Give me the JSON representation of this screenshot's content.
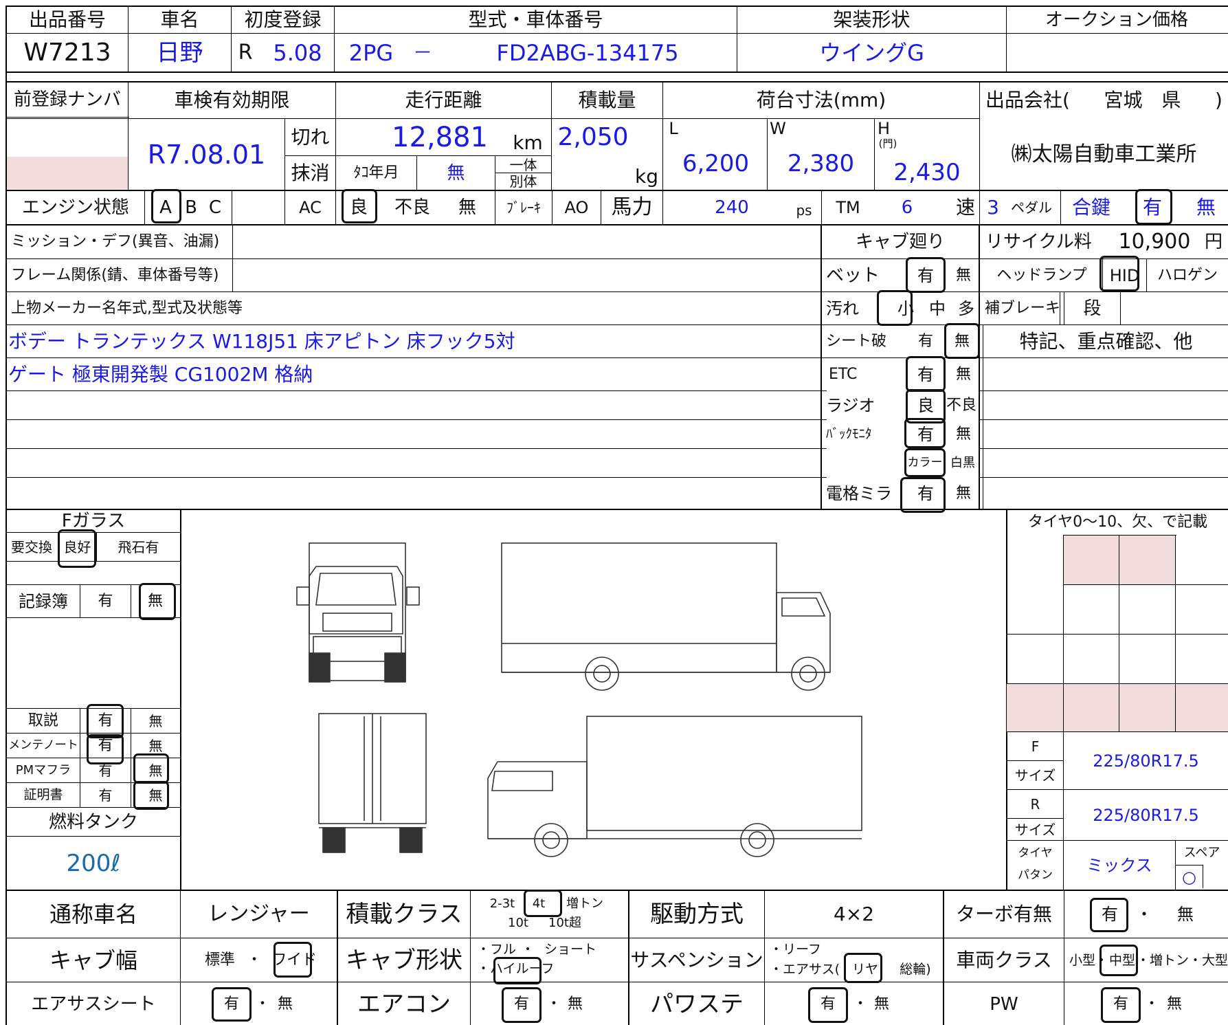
{
  "header": {
    "labels": [
      "出品番号",
      "車名",
      "初度登録",
      "型式・車体番号",
      "架装形状",
      "オークション価格"
    ],
    "lot_no": "W7213",
    "maker": "日野",
    "era": "R",
    "reg_date": "5.08",
    "model_code": "2PG",
    "model_dash": "－",
    "chassis_no": "FD2ABG-134175",
    "body_type": "ウイングG",
    "price": ""
  },
  "row2": {
    "labels": [
      "前登録ナンバ",
      "車検有効期限",
      "走行距離",
      "積載量",
      "荷台寸法(mm)",
      "出品会社(",
      ")"
    ],
    "prefecture": "宮城　県",
    "inspection_date": "R7.08.01",
    "inspection_opts": [
      "切れ",
      "抹消"
    ],
    "mileage": "12,881",
    "mileage_unit": "km",
    "tacho_label": "ﾀｺ年月",
    "tacho_value": "無",
    "load": "2,050",
    "load_unit": "kg",
    "load_opt_top": "一体",
    "load_opt_bottom": "別体",
    "dims": {
      "l_label": "L",
      "w_label": "W",
      "h_label": "H",
      "h_sub": "(門)",
      "l": "6,200",
      "w": "2,380",
      "h": "2,430"
    },
    "company": "㈱太陽自動車工業所"
  },
  "row3": {
    "engine_label": "エンジン状態",
    "engine_grades": [
      "A",
      "B",
      "C"
    ],
    "ac_label": "AC",
    "ac_opts": [
      "良",
      "不良",
      "無"
    ],
    "brake_label": "ﾌﾞﾚｰｷ",
    "ao_label": "AO",
    "hp_label": "馬力",
    "hp": "240",
    "hp_unit": "ps",
    "tm_label": "TM",
    "tm": "6",
    "tm_unit": "速",
    "pedal": "3",
    "pedal_label": "ペダル",
    "key_label": "合鍵",
    "key_opts": [
      "有",
      "無"
    ]
  },
  "left_rows": [
    "ミッション・デフ(異音、油漏)",
    "フレーム関係(錆、車体番号等)",
    "上物メーカー名年式,型式及状態等"
  ],
  "notes": [
    "ボデー トランテックス W118J51 床アピトン 床フック5対",
    "ゲート 極東開発製 CG1002M 格納"
  ],
  "cab": {
    "title": "キャブ廻り",
    "bed_label": "ベット",
    "bed_opts": [
      "有",
      "無"
    ],
    "dirt_label": "汚れ",
    "dirt_opts": [
      "小",
      "中",
      "多"
    ],
    "seat_label": "シート破",
    "seat_opts": [
      "有",
      "無"
    ],
    "etc_label": "ETC",
    "etc_opts": [
      "有",
      "無"
    ],
    "radio_label": "ラジオ",
    "radio_opts": [
      "良",
      "不良"
    ],
    "monitor_label": "ﾊﾞｯｸﾓﾆﾀ",
    "monitor_opts": [
      "有",
      "無"
    ],
    "color_opts": [
      "カラー",
      "白黒"
    ],
    "mirror_label": "電格ミラ",
    "mirror_opts": [
      "有",
      "無"
    ]
  },
  "right": {
    "recycle_label": "リサイクル料",
    "recycle": "10,900",
    "recycle_unit": "円",
    "head_label": "ヘッドランプ",
    "head_opts": [
      "HID",
      "ハロゲン"
    ],
    "aux_label": "補ブレーキ",
    "aux_value": "段",
    "special": "特記、重点確認、他"
  },
  "glass": {
    "title": "Fガラス",
    "opts": [
      "要交換",
      "良好",
      "飛石有"
    ],
    "record_label": "記録簿",
    "record_opts": [
      "有",
      "無"
    ]
  },
  "docs": [
    {
      "label": "取説",
      "opts": [
        "有",
        "無"
      ]
    },
    {
      "label": "メンテノート",
      "opts": [
        "有",
        "無"
      ]
    },
    {
      "label": "PMマフラ",
      "opts": [
        "有",
        "無"
      ]
    },
    {
      "label": "証明書",
      "opts": [
        "有",
        "無"
      ]
    }
  ],
  "fuel": {
    "label": "燃料タンク",
    "value": "200ℓ"
  },
  "tire": {
    "title": "タイヤ0～10、欠、で記載",
    "f_label": "F",
    "size_label": "サイズ",
    "f_size": "225/80R17.5",
    "r_label": "R",
    "r_size": "225/80R17.5",
    "pattern_label": "タイヤ",
    "pattern_label2": "パタン",
    "pattern": "ミックス",
    "spare_label": "スペア",
    "spare_mark": "○"
  },
  "bottom": {
    "name_label": "通称車名",
    "name": "レンジャー",
    "class_label": "積載クラス",
    "class_opts": [
      "2-3t",
      "4t",
      "増トン",
      "10t",
      "10t超"
    ],
    "drive_label": "駆動方式",
    "drive": "4×2",
    "turbo_label": "ターボ有無",
    "turbo_opts": [
      "有",
      "・",
      "無"
    ],
    "width_label": "キャブ幅",
    "width_opts": [
      "標準",
      "・",
      "ワイド"
    ],
    "shape_label": "キャブ形状",
    "shape_opts": [
      "・フル",
      "・",
      "ショート",
      "・ハイルーフ"
    ],
    "susp_label": "サスペンション",
    "susp_opts": [
      "・リーフ",
      "・エアサス(",
      "リヤ",
      "総輪)"
    ],
    "vclass_label": "車両クラス",
    "vclass_opts": [
      "小型",
      "・",
      "中型",
      "・増トン・大型"
    ],
    "seat_label": "エアサスシート",
    "seat_opts": [
      "有",
      "・",
      "無"
    ],
    "ac_label": "エアコン",
    "ac_opts": [
      "有",
      "・",
      "無"
    ],
    "ps_label": "パワステ",
    "ps_opts": [
      "有",
      "・",
      "無"
    ],
    "pw_label": "PW",
    "pw_opts": [
      "有",
      "・",
      "無"
    ]
  }
}
